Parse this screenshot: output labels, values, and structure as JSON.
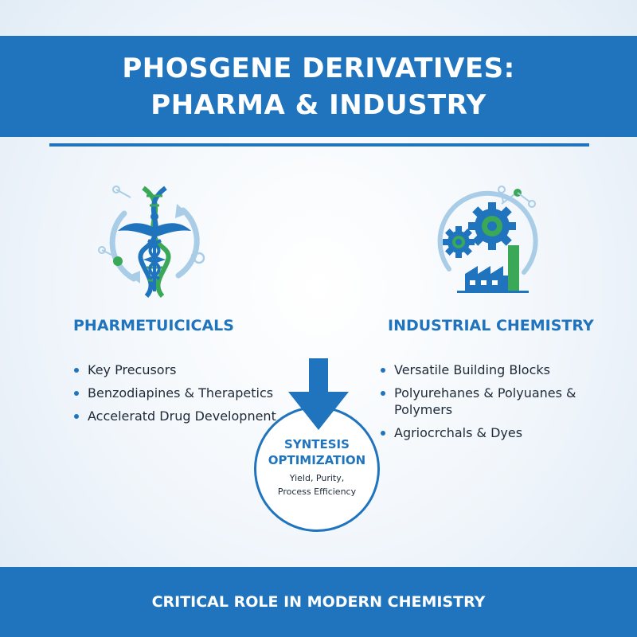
{
  "header": {
    "title_line1": "PHOSGENE DERIVATIVES:",
    "title_line2": "PHARMA & INDUSTRY"
  },
  "pharma": {
    "heading": "PHARMETUICICALS",
    "icon": "dna-caduceus-icon",
    "bullets": [
      "Key Precusors",
      "Benzodiapines & Therapetics",
      "Acceleratd Drug Developnent"
    ]
  },
  "industry": {
    "heading": "INDUSTRIAL CHEMISTRY",
    "icon": "gears-factory-icon",
    "bullets": [
      "Versatile Building Blocks",
      "Polyurehanes & Polyuanes & Polymers",
      "Agriocrchals & Dyes"
    ]
  },
  "center": {
    "title_line1": "SYNTESIS",
    "title_line2": "OPTIMIZATION",
    "sub_line1": "Yield, Purity,",
    "sub_line2": "Process Efficiency"
  },
  "footer": {
    "text": "CRITICAL ROLE IN MODERN CHEMISTRY"
  },
  "colors": {
    "primary_blue": "#1f74bd",
    "accent_green": "#3aa856",
    "light_blue": "#a9cde6"
  }
}
